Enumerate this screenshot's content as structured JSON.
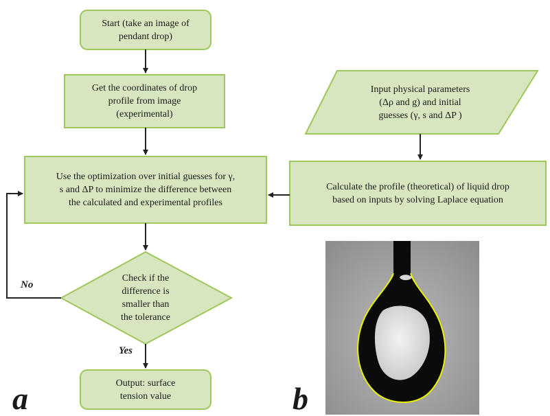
{
  "nodes": {
    "start": {
      "lines": [
        "Start (take an image of",
        "pendant drop)"
      ]
    },
    "coords": {
      "lines": [
        "Get the coordinates of drop",
        "profile from image",
        "(experimental)"
      ]
    },
    "optimize": {
      "lines": [
        "Use the optimization over initial guesses for γ,",
        "s and ΔP to minimize the difference between",
        "the calculated and experimental profiles"
      ]
    },
    "check": {
      "lines": [
        "Check if the",
        "difference is",
        "smaller than",
        "the tolerance"
      ]
    },
    "output": {
      "lines": [
        "Output: surface",
        "tension value"
      ]
    },
    "input": {
      "lines": [
        "Input physical parameters",
        "(Δρ and g) and initial",
        "guesses (γ, s and ΔP )"
      ]
    },
    "calculate": {
      "lines": [
        "Calculate the profile (theoretical) of liquid drop",
        "based on inputs by solving Laplace equation"
      ]
    }
  },
  "edges": {
    "no_label": "No",
    "yes_label": "Yes"
  },
  "panels": {
    "a": "a",
    "b": "b"
  },
  "colors": {
    "box_fill": "#d8e6bf",
    "box_stroke": "#9dc75a",
    "arrow": "#222222",
    "drop_outline": "#e9f200"
  }
}
